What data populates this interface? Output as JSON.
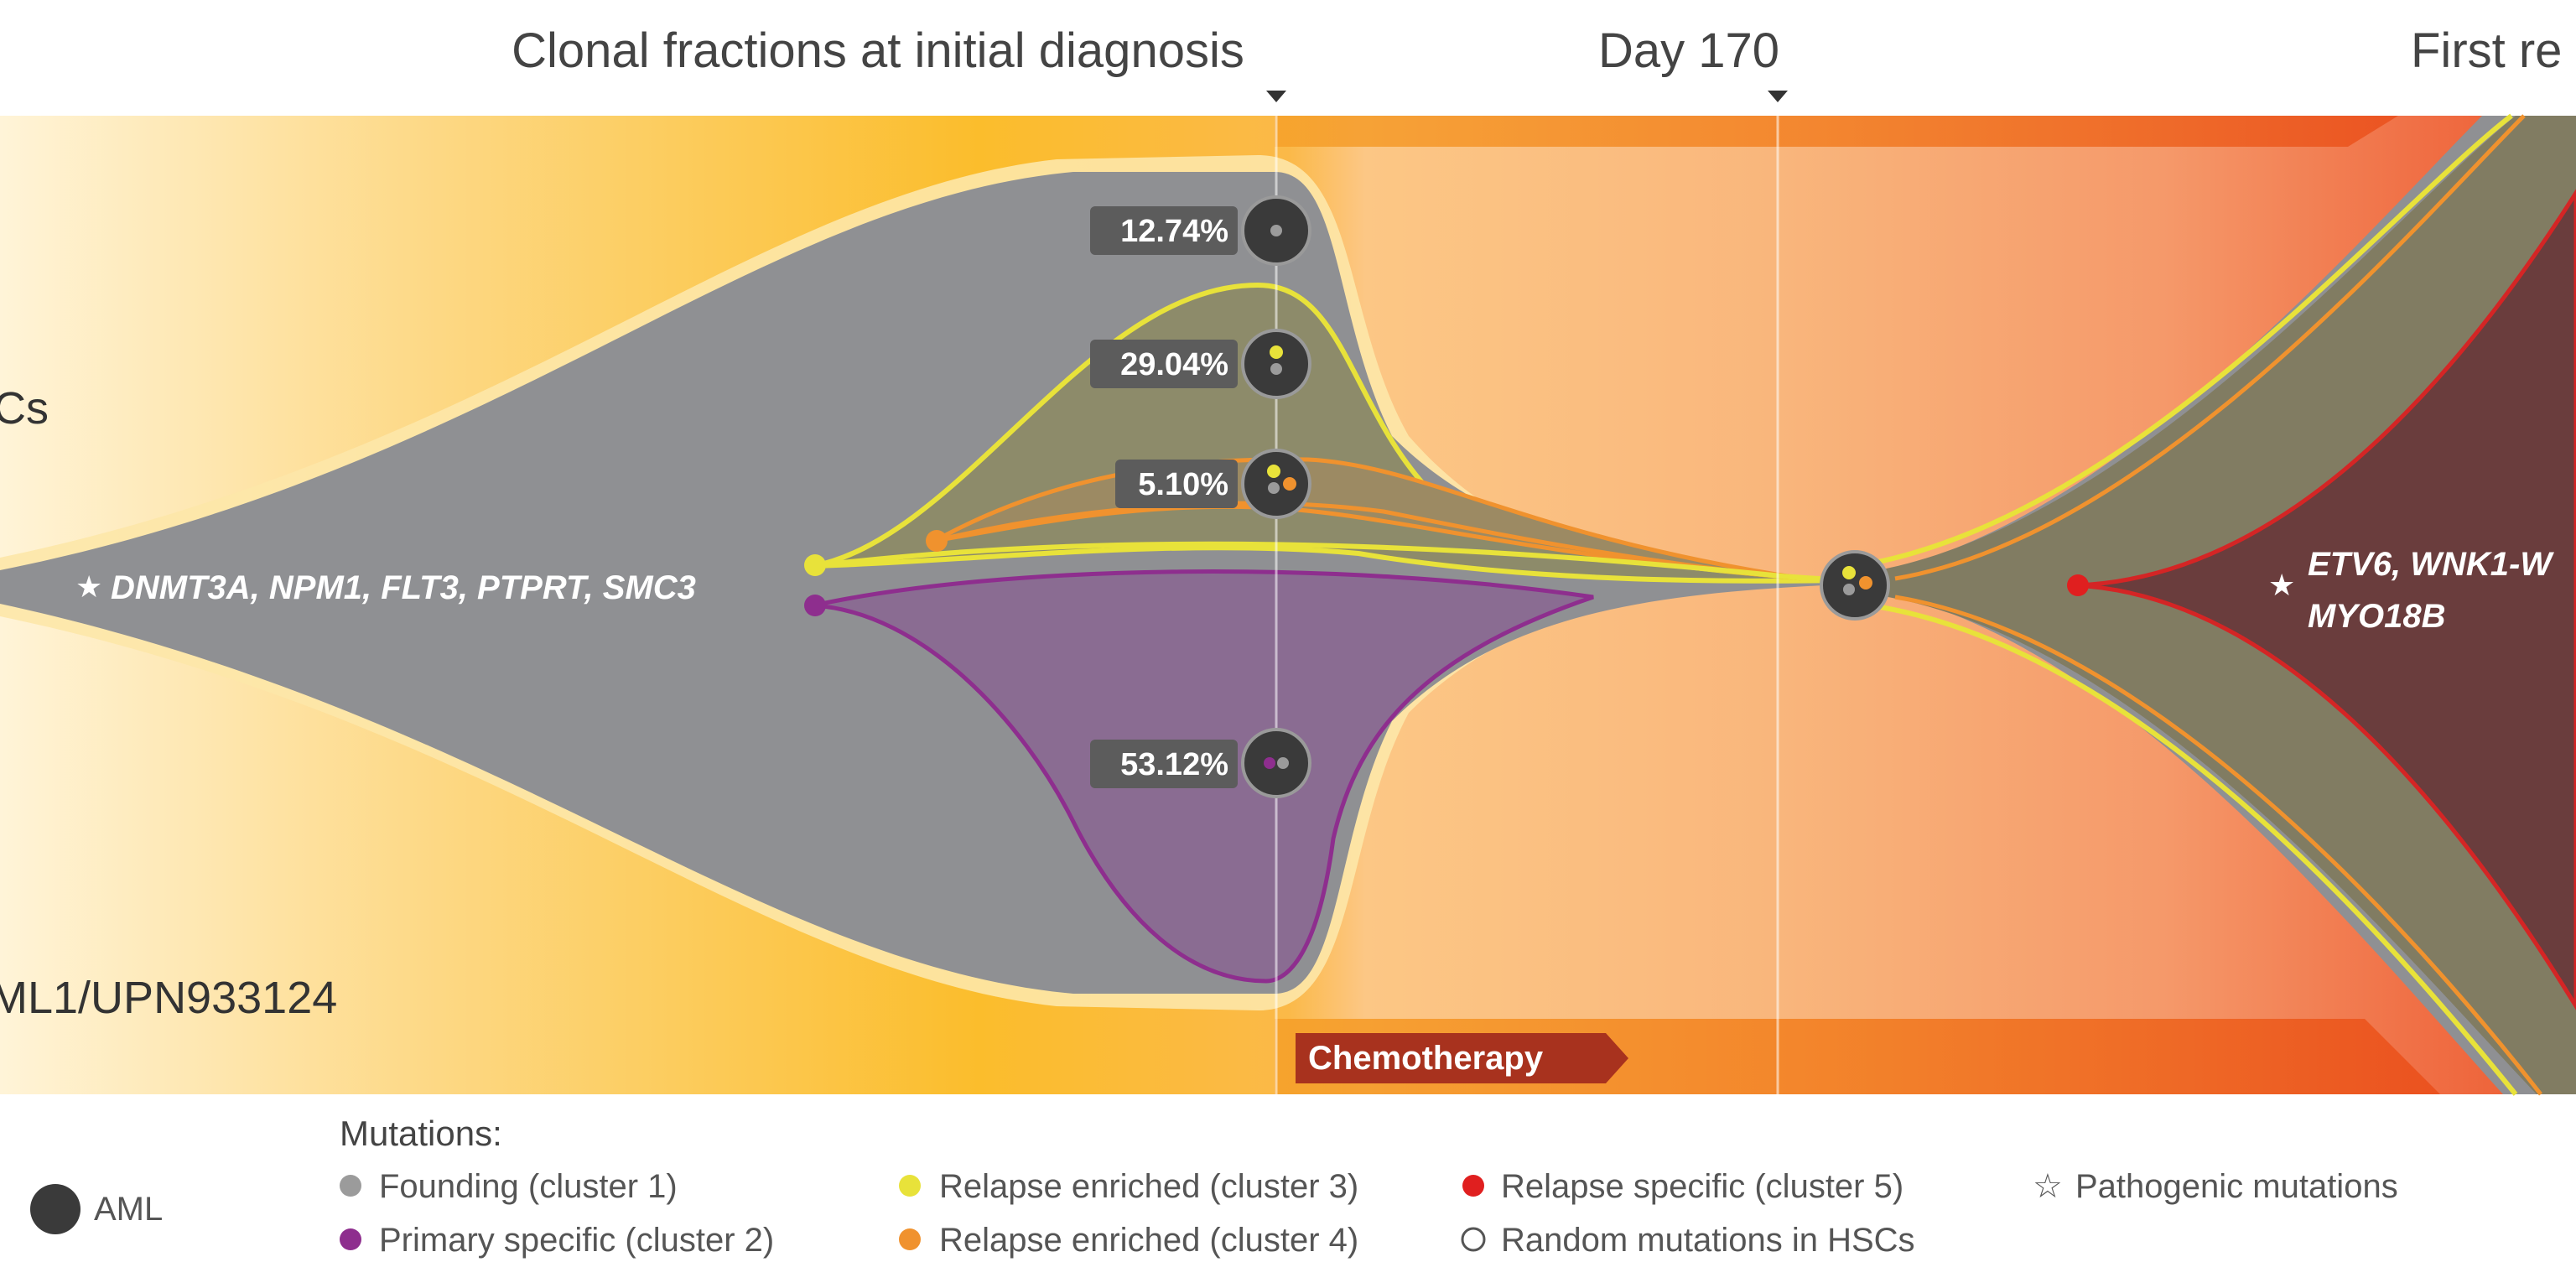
{
  "header": {
    "initial_diagnosis": "Clonal fractions at initial diagnosis",
    "day170": "Day 170",
    "first_relapse": "First re"
  },
  "labels": {
    "hscs_partial": "Cs",
    "patient_id": "ML1/UPN933124",
    "founding_mutations": "DNMT3A, NPM1, FLT3, PTPRT, SMC3",
    "relapse_mutations_line1": "ETV6, WNK1-W",
    "relapse_mutations_line2": "MYO18B",
    "therapy": "Chemotherapy"
  },
  "clones": [
    {
      "fraction": "12.74%"
    },
    {
      "fraction": "29.04%"
    },
    {
      "fraction": "5.10%"
    },
    {
      "fraction": "53.12%"
    }
  ],
  "legend": {
    "title": "Mutations:",
    "aml_label": "AML",
    "items": [
      {
        "label": "Founding (cluster 1)",
        "color": "#9b9b9b"
      },
      {
        "label": "Primary specific (cluster 2)",
        "color": "#8e2e8e"
      },
      {
        "label": "Relapse enriched (cluster 3)",
        "color": "#e8e23a"
      },
      {
        "label": "Relapse enriched (cluster 4)",
        "color": "#f0922e"
      },
      {
        "label": "Relapse specific (cluster 5)",
        "color": "#e01f1f"
      },
      {
        "label": "Random mutations in HSCs",
        "color": "#ffffff"
      },
      {
        "label": "Pathogenic mutations",
        "color": "#555555"
      }
    ]
  },
  "colors": {
    "founding": "#8f9093",
    "primary": "#8a6c92",
    "cluster3": "#e8e23a",
    "cluster4": "#f0922e",
    "cluster5": "#d42525",
    "relapse_fill": "#6a3d3d",
    "aml_dot": "#3a3a3a"
  }
}
